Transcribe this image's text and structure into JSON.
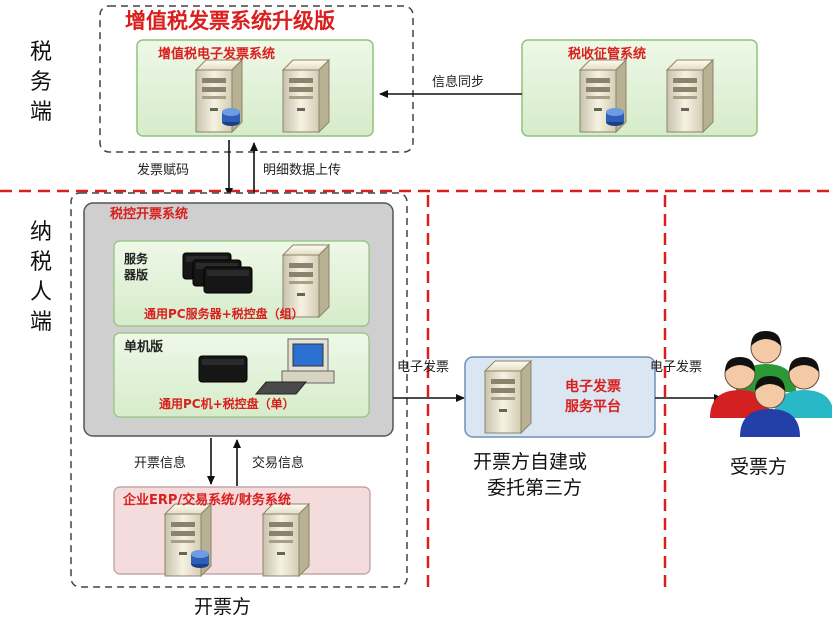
{
  "tax_side": {
    "label": "税务端",
    "upgrade_title": "增值税发票系统升级版",
    "einvoice_system": "增值税电子发票系统",
    "collection_system": "税收征管系统",
    "sync_label": "信息同步"
  },
  "arrows": {
    "assign_code": "发票赋码",
    "upload_details": "明细数据上传",
    "issuer_info": "开票信息",
    "trade_info": "交易信息",
    "einvoice_1": "电子发票",
    "einvoice_2": "电子发票"
  },
  "taxpayer_side": {
    "label": "纳税人端",
    "control_system": "税控开票系统",
    "server_edition": "服务器版",
    "server_caption": "通用PC服务器+税控盘（组）",
    "standalone_edition": "单机版",
    "standalone_caption": "通用PC机+税控盘（单）",
    "erp_title": "企业ERP/交易系统/财务系统",
    "issuer_label": "开票方"
  },
  "platform": {
    "title_line1": "电子发票",
    "title_line2": "服务平台",
    "caption_line1": "开票方自建或",
    "caption_line2": "委托第三方"
  },
  "receiver": {
    "label": "受票方"
  },
  "colors": {
    "green_box": "#e2f3d8",
    "green_border": "#8ec47a",
    "gray_box": "#cfcfcf",
    "pink_box": "#f4dcdc",
    "blue_box": "#dbe6f3",
    "red_dash": "#d9201e",
    "dark_dash": "#444444"
  }
}
